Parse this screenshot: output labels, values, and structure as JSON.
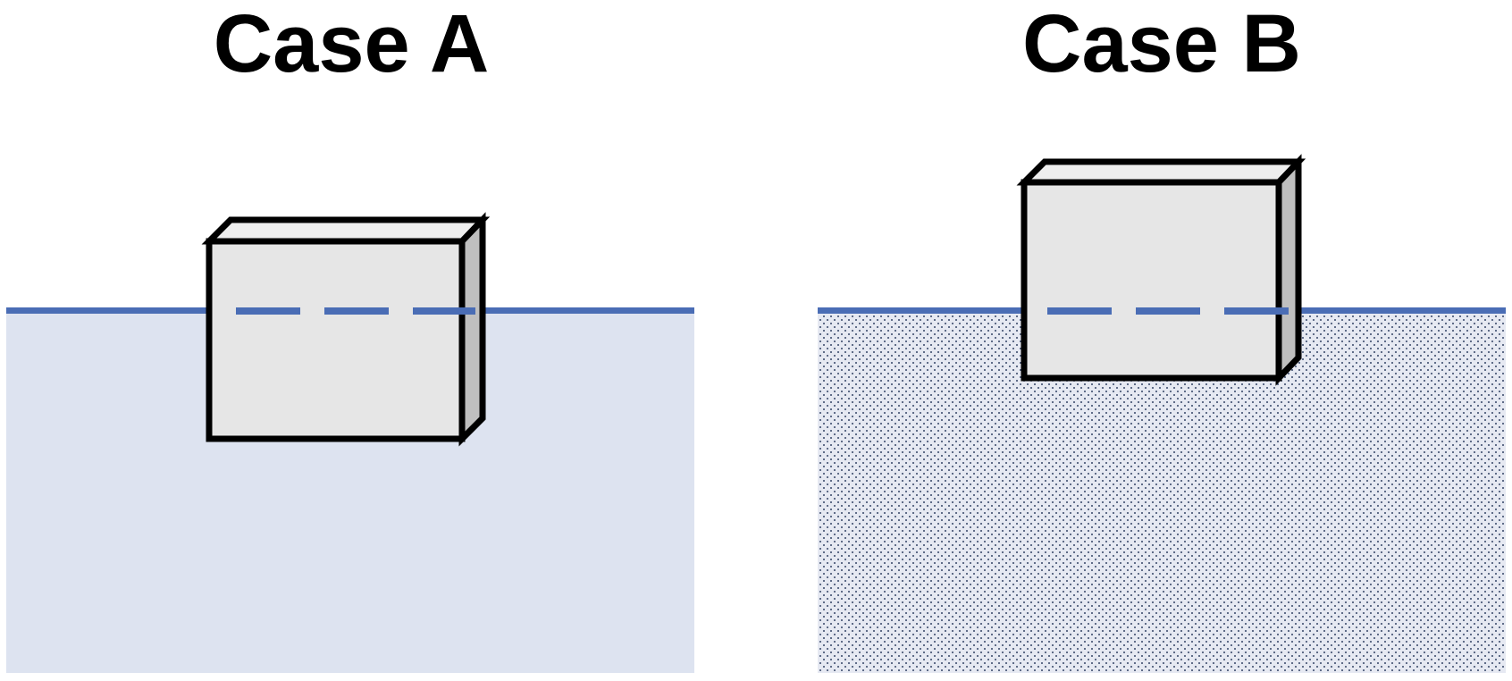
{
  "cases": [
    {
      "title": "Case A",
      "fluid": "plain",
      "fluid_color": "#dde3f0",
      "waterline_color": "#4a6db5",
      "box_front_color": "#e6e6e6",
      "box_top_color": "#eeeeee",
      "box_side_color": "#bfbfbf",
      "box_outline_color": "#000000"
    },
    {
      "title": "Case B",
      "fluid": "dotted",
      "fluid_color": "#e6e9f2",
      "dot_color": "#3a4a6a",
      "waterline_color": "#4a6db5",
      "box_front_color": "#e6e6e6",
      "box_top_color": "#eeeeee",
      "box_side_color": "#bfbfbf",
      "box_outline_color": "#000000"
    }
  ]
}
